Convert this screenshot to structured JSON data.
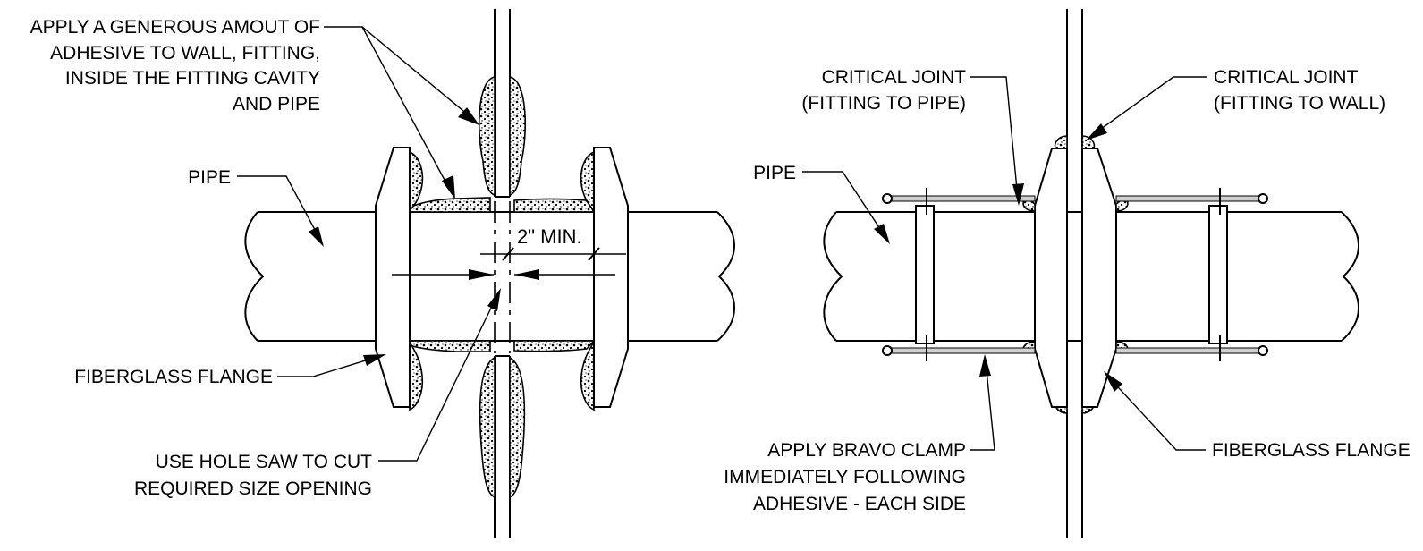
{
  "left_detail": {
    "adhesive_note": [
      "APPLY A GENEROUS AMOUT OF",
      "ADHESIVE TO WALL, FITTING,",
      "INSIDE THE FITTING CAVITY",
      "AND PIPE"
    ],
    "pipe_label": "PIPE",
    "flange_label": "FIBERGLASS FLANGE",
    "hole_saw_note": [
      "USE HOLE SAW TO CUT",
      "REQUIRED SIZE OPENING"
    ],
    "dimension": "2\"  MIN."
  },
  "right_detail": {
    "critical_joint_pipe": [
      "CRITICAL JOINT",
      "(FITTING TO PIPE)"
    ],
    "critical_joint_wall": [
      "CRITICAL JOINT",
      "(FITTING TO WALL)"
    ],
    "pipe_label": "PIPE",
    "flange_label": "FIBERGLASS FLANGE",
    "clamp_note": [
      "APPLY BRAVO CLAMP",
      "IMMEDIATELY FOLLOWING",
      "ADHESIVE - EACH SIDE"
    ]
  }
}
